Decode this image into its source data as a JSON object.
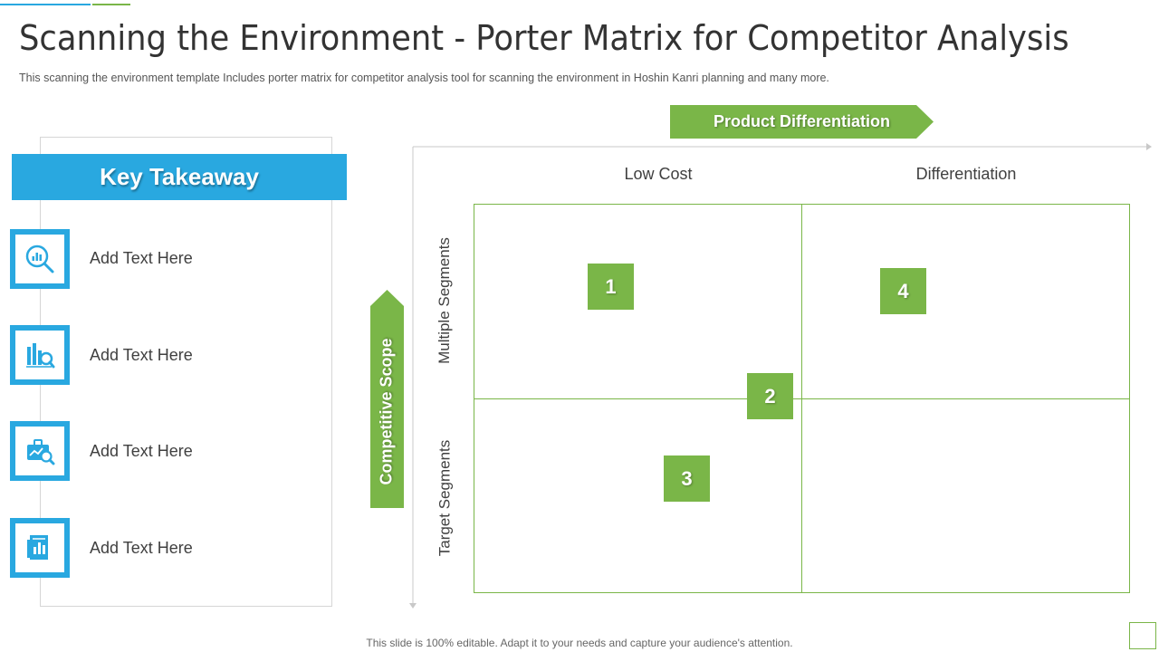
{
  "header": {
    "title": "Scanning the Environment - Porter Matrix for Competitor Analysis",
    "subtitle": "This scanning the environment  template Includes porter matrix for competitor analysis tool for scanning the environment  in Hoshin Kanri planning and many more."
  },
  "takeaway": {
    "heading": "Key Takeaway",
    "items": [
      {
        "icon": "search-chart-icon",
        "label": "Add Text Here"
      },
      {
        "icon": "chart-magnifier-icon",
        "label": "Add Text Here"
      },
      {
        "icon": "briefcase-analysis-icon",
        "label": "Add Text Here"
      },
      {
        "icon": "report-document-icon",
        "label": "Add Text Here"
      }
    ]
  },
  "matrix": {
    "x_axis_label": "Product Differentiation",
    "y_axis_label": "Competitive Scope",
    "columns": [
      "Low Cost",
      "Differentiation"
    ],
    "rows": [
      "Multiple Segments",
      "Target Segments"
    ],
    "markers": [
      "1",
      "2",
      "3",
      "4"
    ]
  },
  "footer": {
    "note": "This slide is 100% editable. Adapt it to your needs and capture your audience's attention."
  },
  "colors": {
    "blue_accent": "#29a8e0",
    "green_accent": "#7ab648",
    "text": "#404040"
  }
}
